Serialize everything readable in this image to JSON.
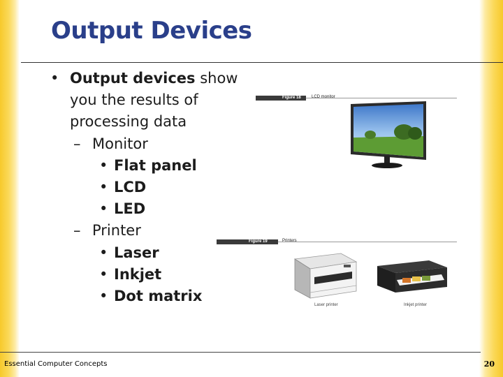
{
  "slide": {
    "title": "Output Devices",
    "bullet_main_bold": "Output devices",
    "bullet_main_rest": " show",
    "bullet_main_cont1": "you the results of",
    "bullet_main_cont2": "processing data",
    "dash_marker": "–",
    "bullet_marker": "•",
    "items": [
      {
        "label": "Monitor",
        "sub": [
          "Flat panel",
          "LCD",
          "LED"
        ]
      },
      {
        "label": "Printer",
        "sub": [
          "Laser",
          "Inkjet",
          "Dot matrix"
        ]
      }
    ]
  },
  "figures": {
    "fig18": {
      "number": "Figure 18",
      "caption": "LCD monitor"
    },
    "fig19": {
      "number": "Figure 19",
      "caption": "Printers",
      "left_caption": "Laser printer",
      "right_caption": "Inkjet printer"
    }
  },
  "footer": {
    "text": "Essential Computer Concepts",
    "page": "20"
  },
  "colors": {
    "title": "#2a3f8a",
    "accent": "#f7c92b"
  }
}
